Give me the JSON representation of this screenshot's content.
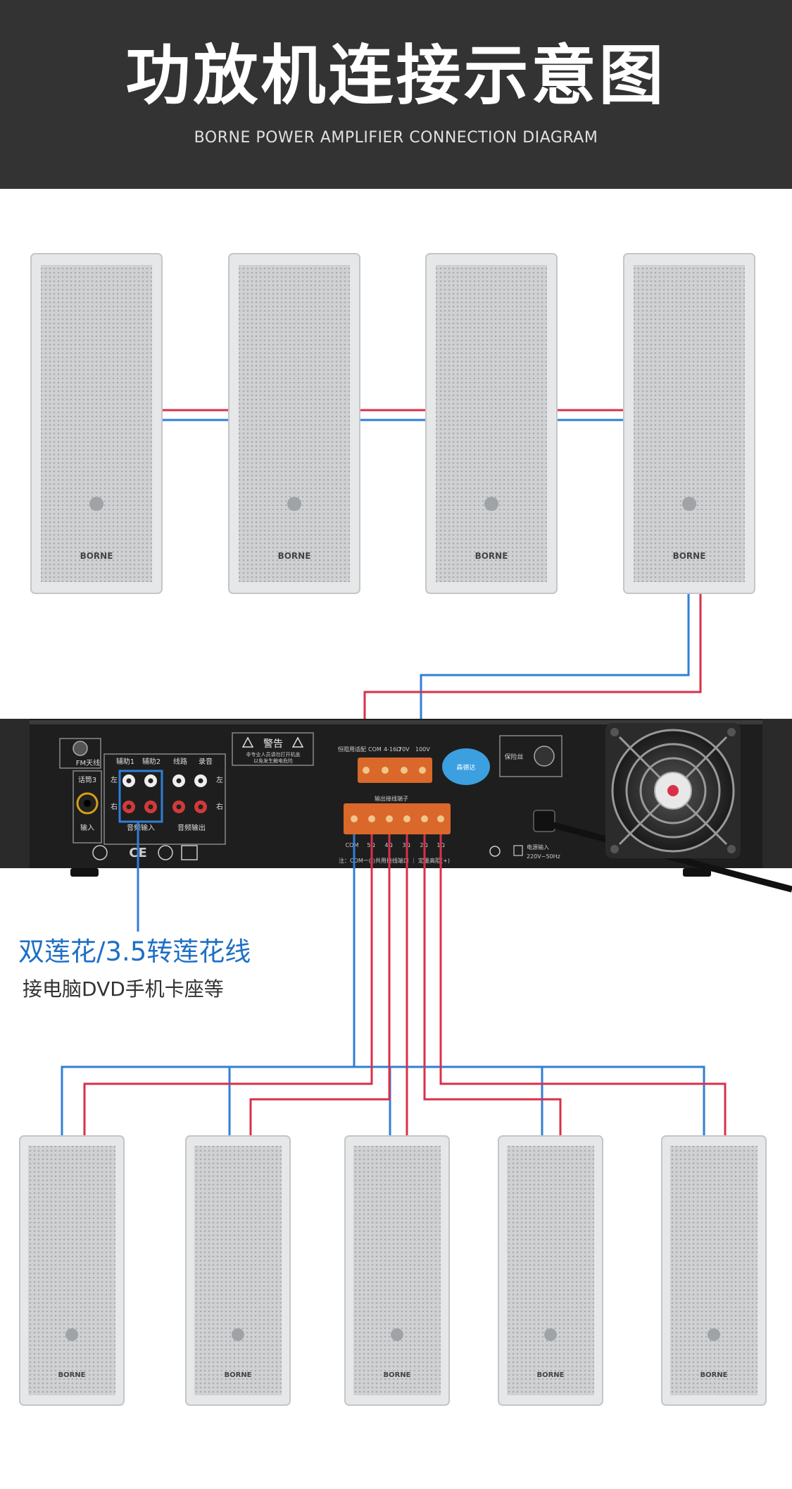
{
  "header": {
    "title": "功放机连接示意图",
    "subtitle": "BORNE POWER AMPLIFIER CONNECTION DIAGRAM"
  },
  "speaker_brand": "BORNE",
  "amplifier": {
    "warning_title": "警告",
    "warning_text_1": "非专业人员请勿打开机盖",
    "warning_text_2": "以免发生触电危险",
    "fm_label": "FM天线",
    "mic3_label": "话筒3",
    "aux1_label": "辅助1",
    "aux2_label": "辅助2",
    "line_label": "线路",
    "rec_label": "录音",
    "left_label": "左",
    "right_label": "右",
    "input_label": "输入",
    "audio_in_label": "音频输入",
    "audio_out_label": "音频输出",
    "cert_label": "CE",
    "constant_resistance_label": "恒阻用适配",
    "com_label": "COM",
    "impedance_label": "4-16Ω",
    "v70_label": "70V",
    "v100_label": "100V",
    "terminal_header": "输出接线端子",
    "term_com": "COM",
    "term_5": "5Ω",
    "term_4": "4Ω",
    "term_3": "3Ω",
    "term_2": "2Ω",
    "term_1": "1Ω",
    "note_text": "注：COM一(-)共用接线端口 ｜ 定量高阻(+)",
    "badge_text": "森德达",
    "fuse_label": "保险丝",
    "power_input_label": "电源输入",
    "power_spec": "220V~50Hz"
  },
  "connection_label": {
    "main": "双莲花/3.5转莲花线",
    "sub": "接电脑DVD手机卡座等"
  },
  "colors": {
    "header_bg": "#333333",
    "wire_red": "#d9304a",
    "wire_blue": "#2f7fd6",
    "label_blue": "#1f6fc4",
    "amp_body": "#1e1e1e",
    "terminal_orange": "#d9682a"
  }
}
